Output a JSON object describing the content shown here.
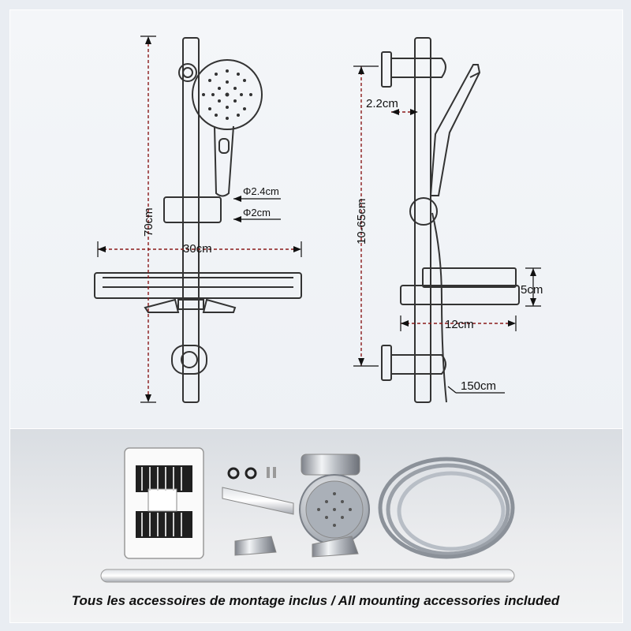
{
  "dimensions": {
    "height_total": "70cm",
    "width_tray": "30cm",
    "diameter_outer": "Φ2.4cm",
    "diameter_inner": "Φ2cm",
    "height_adjust": "10-65cm",
    "wall_offset": "2.2cm",
    "tray_height": "5cm",
    "tray_depth": "12cm",
    "hose_length": "150cm"
  },
  "caption": "Tous les accessoires de montage inclus / All mounting accessories included",
  "colors": {
    "drawing_line": "#3a3a3a",
    "dimension_line": "#8b1a1a",
    "background": "#eef1f5"
  }
}
